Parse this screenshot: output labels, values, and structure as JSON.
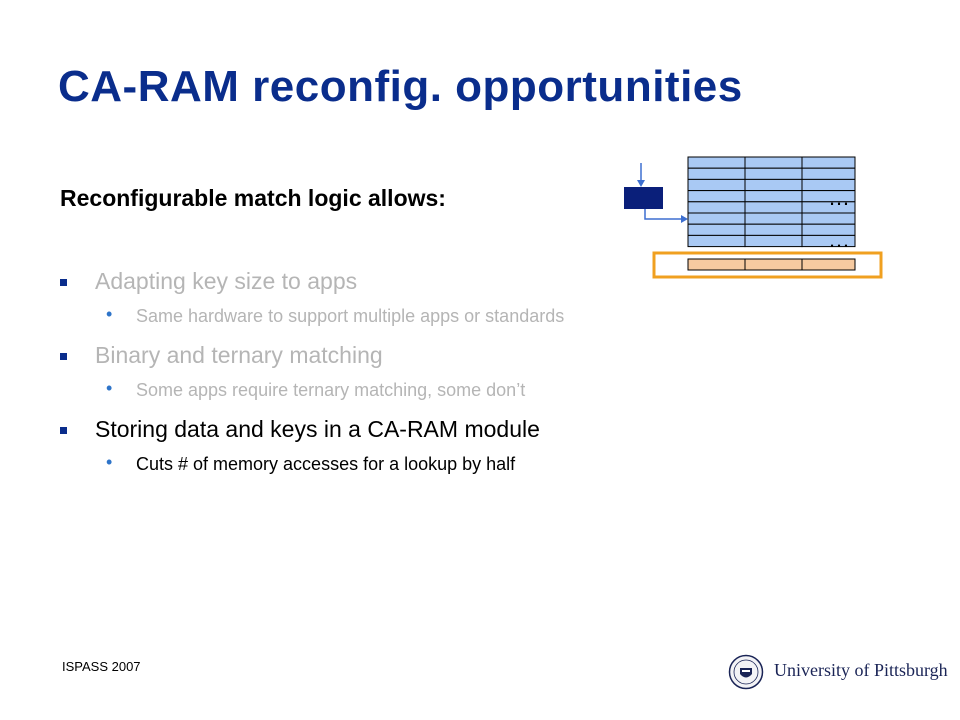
{
  "colors": {
    "title": "#0a2d8c",
    "active_text": "#000000",
    "dim_text": "#b5b5b5",
    "bullet_marker": "#0a2d8c",
    "sub_bullet_dot": "#2e74c9",
    "cell_fill": "#a9c9f4",
    "key_row_fill": "#f6caa0",
    "highlight_border": "#f0a020",
    "key_box": "#0a1f7a"
  },
  "slide": {
    "title": "CA-RAM reconfig. opportunities",
    "subtitle": "Reconfigurable match logic allows:",
    "footer": "ISPASS 2007",
    "logo_text": "University of Pittsburgh"
  },
  "bullets": [
    {
      "text": "Adapting key size to apps",
      "state": "dim",
      "sub": "Same hardware to support multiple apps or standards"
    },
    {
      "text": "Binary and ternary matching",
      "state": "dim",
      "sub": "Some apps require ternary matching, some don’t"
    },
    {
      "text": "Storing data and keys in a CA-RAM module",
      "state": "active",
      "sub": "Cuts # of memory accesses for a lookup by half"
    }
  ],
  "diagram": {
    "ellipsis": "…",
    "icons": [
      "key-box-icon",
      "arrow-icon",
      "university-seal-icon"
    ]
  }
}
